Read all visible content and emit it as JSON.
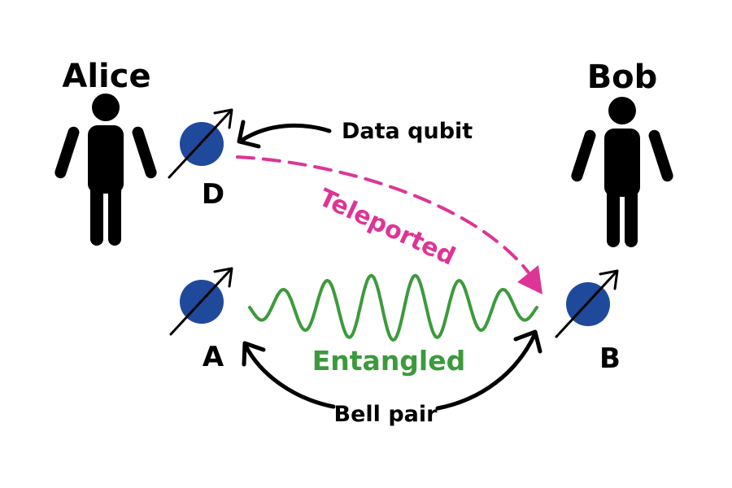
{
  "people": {
    "alice": "Alice",
    "bob": "Bob"
  },
  "qubits": {
    "d": "D",
    "a": "A",
    "b": "B"
  },
  "labels": {
    "data_qubit": "Data qubit",
    "teleported": "Teleported",
    "entangled": "Entangled",
    "bell_pair": "Bell pair"
  },
  "colors": {
    "qubit_fill": "#1f4a9c",
    "teleport_pink": "#dd3596",
    "entangle_green": "#3c9a3c",
    "ink": "#000000",
    "background": "#ffffff"
  },
  "icons": {
    "person": "person-icon",
    "spin_arrow": "spin-arrow-icon"
  }
}
